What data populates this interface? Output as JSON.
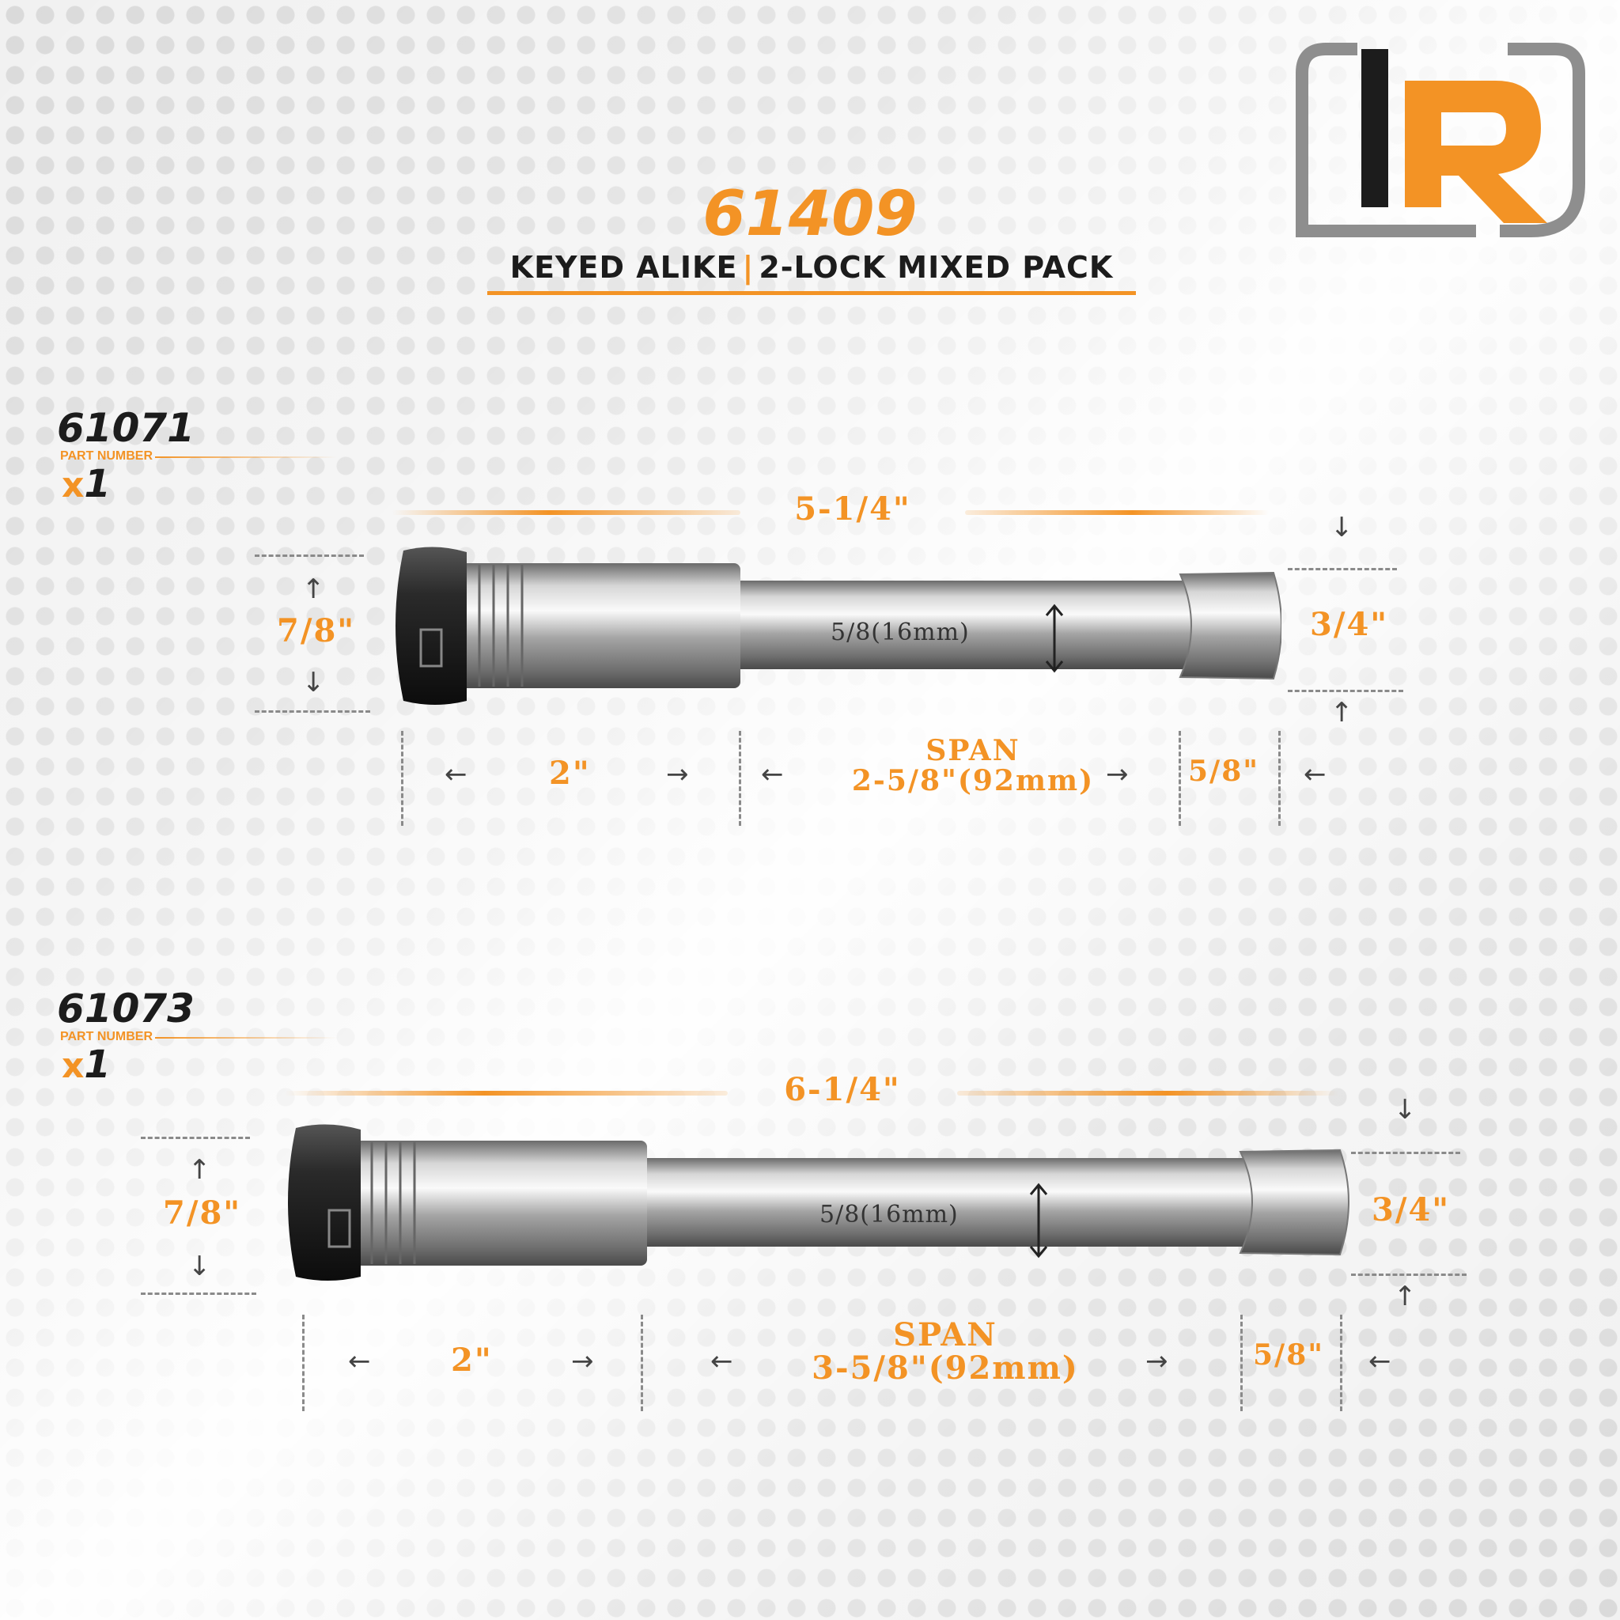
{
  "header": {
    "pack_number": "61409",
    "subtitle_left": "KEYED ALIKE",
    "subtitle_sep": "|",
    "subtitle_right": "2-LOCK MIXED PACK"
  },
  "brand": {
    "logo_icon": "lr-logo-icon",
    "colors": {
      "orange": "#f39325",
      "gray": "#8e8e8e",
      "black": "#1c1c1c"
    }
  },
  "products": [
    {
      "part_number": "61071",
      "part_label": "PART NUMBER",
      "qty_prefix": "x",
      "qty": "1",
      "overall_length": "5-1/4\"",
      "head_diameter": "7/8\"",
      "pin_diameter": "5/8(16mm)",
      "end_diameter": "3/4\"",
      "head_length": "2\"",
      "span_label": "SPAN",
      "span_value": "2-5/8\"(92mm)",
      "end_length": "5/8\""
    },
    {
      "part_number": "61073",
      "part_label": "PART NUMBER",
      "qty_prefix": "x",
      "qty": "1",
      "overall_length": "6-1/4\"",
      "head_diameter": "7/8\"",
      "pin_diameter": "5/8(16mm)",
      "end_diameter": "3/4\"",
      "head_length": "2\"",
      "span_label": "SPAN",
      "span_value": "3-5/8\"(92mm)",
      "end_length": "5/8\""
    }
  ],
  "icons": {
    "arrow_left": "←",
    "arrow_right": "→",
    "arrow_up": "↑",
    "arrow_down": "↓"
  }
}
